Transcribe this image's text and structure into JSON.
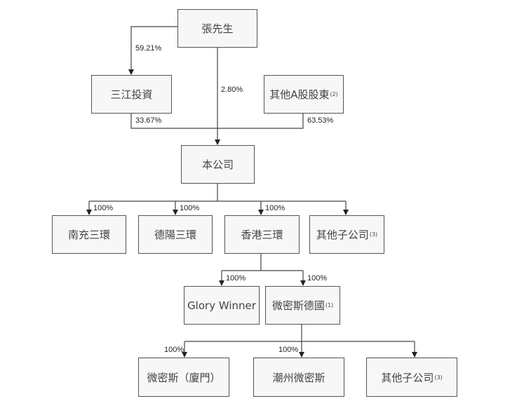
{
  "nodes": {
    "mr_zhang": "張先生",
    "sanjiang": "三江投資",
    "other_a": {
      "label": "其他A股股東",
      "note": "(2)"
    },
    "company": "本公司",
    "nanchong": "南充三環",
    "deyang": "德陽三環",
    "hongkong": "香港三環",
    "other_sub1": {
      "label": "其他子公司",
      "note": "(3)"
    },
    "glory": "Glory Winner",
    "germany": {
      "label": "微密斯德國",
      "note": "(1)"
    },
    "xiamen": "微密斯（廈門）",
    "chaozhou": "潮州微密斯",
    "other_sub2": {
      "label": "其他子公司",
      "note": "(3)"
    }
  },
  "edges": {
    "zhang_sanjiang": "59.21%",
    "zhang_company": "2.80%",
    "sanjiang_company": "33.67%",
    "other_a_company": "63.53%",
    "company_nanchong": "100%",
    "company_deyang": "100%",
    "company_hongkong": "100%",
    "hongkong_glory": "100%",
    "hongkong_germany": "100%",
    "germany_xiamen": "100%",
    "germany_chaozhou": "100%"
  }
}
